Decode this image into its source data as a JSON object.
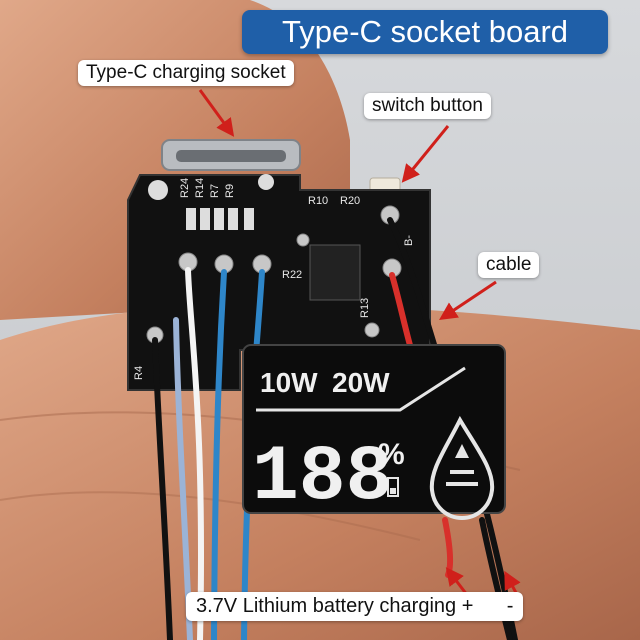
{
  "title": "Type-C socket board",
  "labels": {
    "socket": "Type-C charging socket",
    "switch": "switch button",
    "cable": "cable",
    "battery": "3.7V Lithium battery charging +      -"
  },
  "board_silkscreen": [
    "R24",
    "R14",
    "R7",
    "R9",
    "R10",
    "R20",
    "R22",
    "R13",
    "R4",
    "B-"
  ],
  "display": {
    "power_left": "10W",
    "power_right": "20W",
    "digits": "188",
    "unit": "%"
  },
  "colors": {
    "badge": "#1f5fa8",
    "board": "#111111",
    "arrow": "#d0201b",
    "skin": "#c98a6a"
  }
}
